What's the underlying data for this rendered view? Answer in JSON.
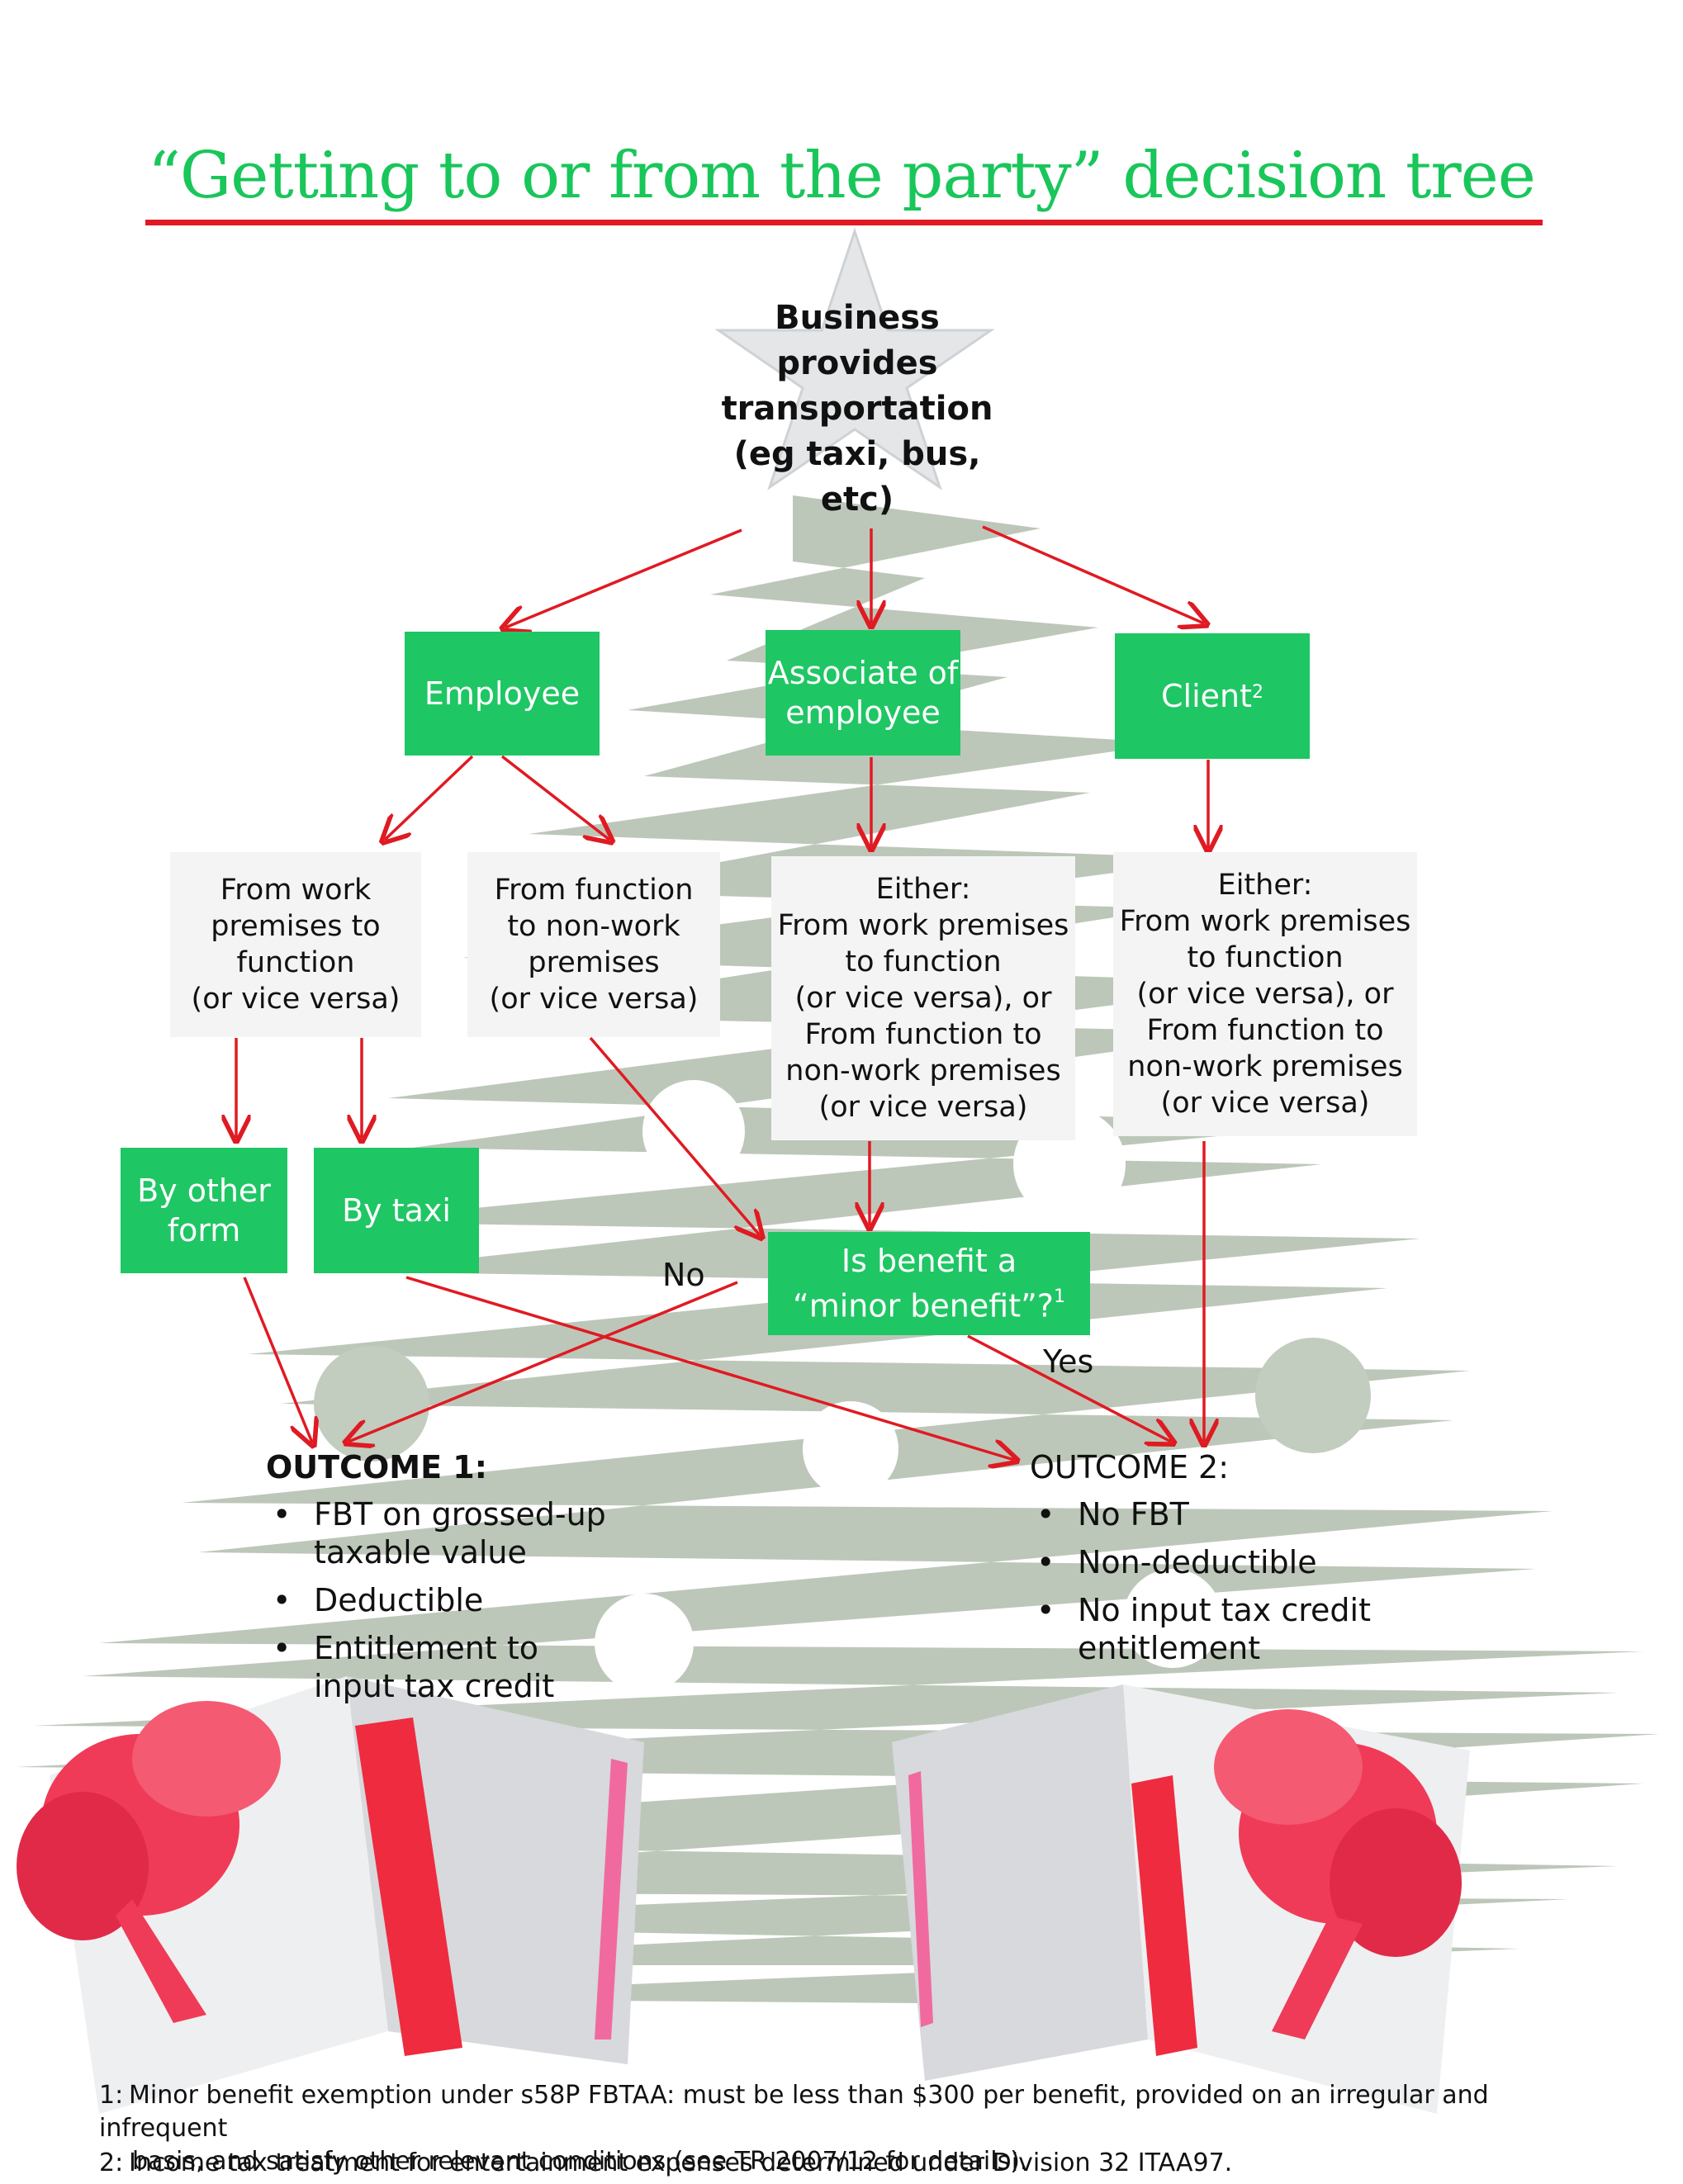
{
  "title": "“Getting to or from the party” decision tree",
  "root": {
    "lines": [
      "Business",
      "provides",
      "transportation",
      "(eg taxi, bus, etc)"
    ]
  },
  "recipients": {
    "employee": "Employee",
    "associate": [
      "Associate of",
      "employee"
    ],
    "client": "Client",
    "client_note": "2"
  },
  "trips": {
    "work_to_function": [
      "From work",
      "premises to",
      "function",
      "(or vice versa)"
    ],
    "function_to_nonwork": [
      "From function",
      "to non-work",
      "premises",
      "(or vice versa)"
    ],
    "associate_either": [
      "Either:",
      "From work premises",
      "to function",
      "(or vice versa), or",
      "From function to",
      "non-work premises",
      "(or vice versa)"
    ],
    "client_either": [
      "Either:",
      "From work premises",
      "to function",
      "(or vice versa), or",
      "From function to",
      "non-work premises",
      "(or vice versa)"
    ]
  },
  "modes": {
    "other_form": [
      "By other",
      "form"
    ],
    "taxi": "By taxi"
  },
  "question": {
    "lines": [
      "Is benefit a",
      "“minor benefit”?"
    ],
    "note": "1"
  },
  "labels": {
    "no": "No",
    "yes": "Yes"
  },
  "outcome1": {
    "title": "OUTCOME 1:",
    "items": [
      [
        "FBT on grossed-up",
        "taxable value"
      ],
      [
        "Deductible"
      ],
      [
        "Entitlement to",
        "input tax credit"
      ]
    ]
  },
  "outcome2": {
    "title": "OUTCOME 2:",
    "items": [
      [
        "No FBT"
      ],
      [
        "Non-deductible"
      ],
      [
        "No input tax credit",
        "entitlement"
      ]
    ]
  },
  "footnotes": [
    {
      "num": "1:",
      "lines": [
        "Minor benefit exemption under s58P FBTAA: must be less than $300 per benefit, provided on an irregular and infrequent",
        "basis, and satisfy other relevant conditions (see TR 2007/12 for details)."
      ]
    },
    {
      "num": "2:",
      "lines": [
        "Income tax treatment for entertainment expenses determined under Division 32 ITAA97."
      ]
    }
  ],
  "colors": {
    "accent_green": "#1fc664",
    "title_green": "#19c65a",
    "arrow_red": "#e01a22",
    "tree_grey": "#b9c4b5",
    "gift_ribbon": "#ef3b57"
  },
  "icons": {
    "bullet": "•"
  }
}
